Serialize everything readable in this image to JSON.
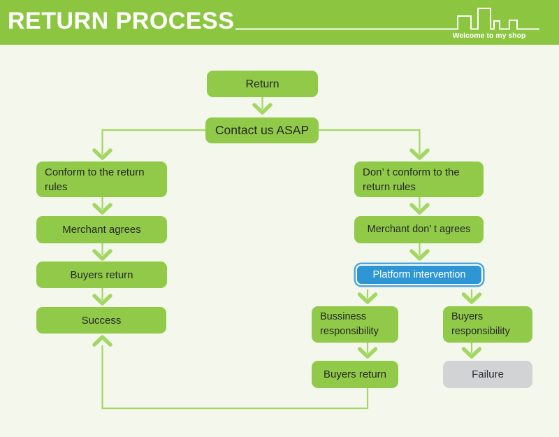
{
  "header": {
    "title": "RETURN PROCESS",
    "tagline": "Welcome to my shop",
    "icon": "city-skyline-icon"
  },
  "colors": {
    "header_green": "#8CC641",
    "background": "#F4F7EC",
    "node_green": "#91CA49",
    "connector_green": "#A3D764",
    "platform_blue": "#2E96D5",
    "platform_ring": "#4FA6DC",
    "failure_gray": "#D2D3D4",
    "text_dark": "#262626"
  },
  "flowchart": {
    "nodes": [
      {
        "id": "return",
        "label": "Return",
        "type": "green"
      },
      {
        "id": "contact",
        "label": "Contact us ASAP",
        "type": "green"
      },
      {
        "id": "conform",
        "label": "Conform to the return rules",
        "type": "green"
      },
      {
        "id": "merchant-agrees",
        "label": "Merchant agrees",
        "type": "green"
      },
      {
        "id": "buyers-return-left",
        "label": "Buyers return",
        "type": "green"
      },
      {
        "id": "success",
        "label": "Success",
        "type": "green"
      },
      {
        "id": "dont-conform",
        "label": "Don’ t conform to the return rules",
        "type": "green"
      },
      {
        "id": "merchant-dont-agrees",
        "label": "Merchant don’ t agrees",
        "type": "green"
      },
      {
        "id": "platform-intervention",
        "label": "Platform intervention",
        "type": "blue"
      },
      {
        "id": "bussiness-responsibility",
        "label": "Bussiness responsibility",
        "type": "green"
      },
      {
        "id": "buyers-responsibility",
        "label": "Buyers responsibility",
        "type": "green"
      },
      {
        "id": "buyers-return-right",
        "label": "Buyers return",
        "type": "green"
      },
      {
        "id": "failure",
        "label": "Failure",
        "type": "gray"
      }
    ],
    "edges": [
      {
        "from": "return",
        "to": "contact"
      },
      {
        "from": "contact",
        "to": "conform"
      },
      {
        "from": "contact",
        "to": "dont-conform"
      },
      {
        "from": "conform",
        "to": "merchant-agrees"
      },
      {
        "from": "merchant-agrees",
        "to": "buyers-return-left"
      },
      {
        "from": "buyers-return-left",
        "to": "success"
      },
      {
        "from": "dont-conform",
        "to": "merchant-dont-agrees"
      },
      {
        "from": "merchant-dont-agrees",
        "to": "platform-intervention"
      },
      {
        "from": "platform-intervention",
        "to": "bussiness-responsibility"
      },
      {
        "from": "platform-intervention",
        "to": "buyers-responsibility"
      },
      {
        "from": "bussiness-responsibility",
        "to": "buyers-return-right"
      },
      {
        "from": "buyers-responsibility",
        "to": "failure"
      },
      {
        "from": "buyers-return-right",
        "to": "success"
      }
    ]
  }
}
